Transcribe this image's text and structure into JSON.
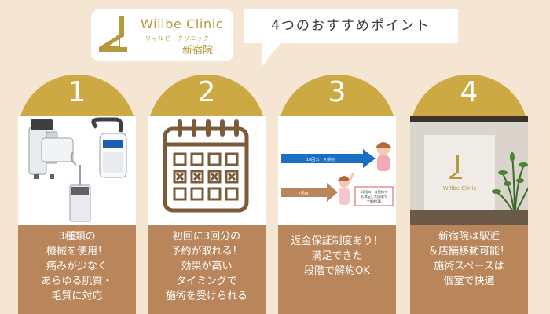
{
  "header": {
    "brand_name": "Willbe Clinic",
    "brand_kana": "ウィルビークリニック",
    "branch": "新宿院",
    "headline": "4つのおすすめポイント"
  },
  "colors": {
    "background": "#f5e6d3",
    "gold": "#cda944",
    "brown": "#b8865a",
    "brand": "#b5993d"
  },
  "cards": [
    {
      "number": "1",
      "image": "laser-machines",
      "lines": [
        "3種類の",
        "機械を使用！",
        "痛みが少なく",
        "あらゆる肌質・",
        "毛質に対応"
      ]
    },
    {
      "number": "2",
      "image": "calendar-icon",
      "lines": [
        "初回に3回分の",
        "予約が取れる！",
        "効果が高い",
        "タイミングで",
        "施術を受けられる"
      ]
    },
    {
      "number": "3",
      "image": "refund-diagram",
      "diagram": {
        "arrow_top": "10回コース契約",
        "arrow_bottom": "7回目",
        "note_line1": "10回コース契約で",
        "note_line2": "も満足した段階で",
        "note_line3": "で解約OK"
      },
      "lines": [
        "返金保証制度あり！",
        "満足できた",
        "段階で解約OK"
      ]
    },
    {
      "number": "4",
      "image": "clinic-room",
      "room_sign": "Willbe Clinic",
      "lines": [
        "新宿院は駅近",
        "＆店舗移動可能！",
        "施術スペースは",
        "個室で快適"
      ]
    }
  ]
}
